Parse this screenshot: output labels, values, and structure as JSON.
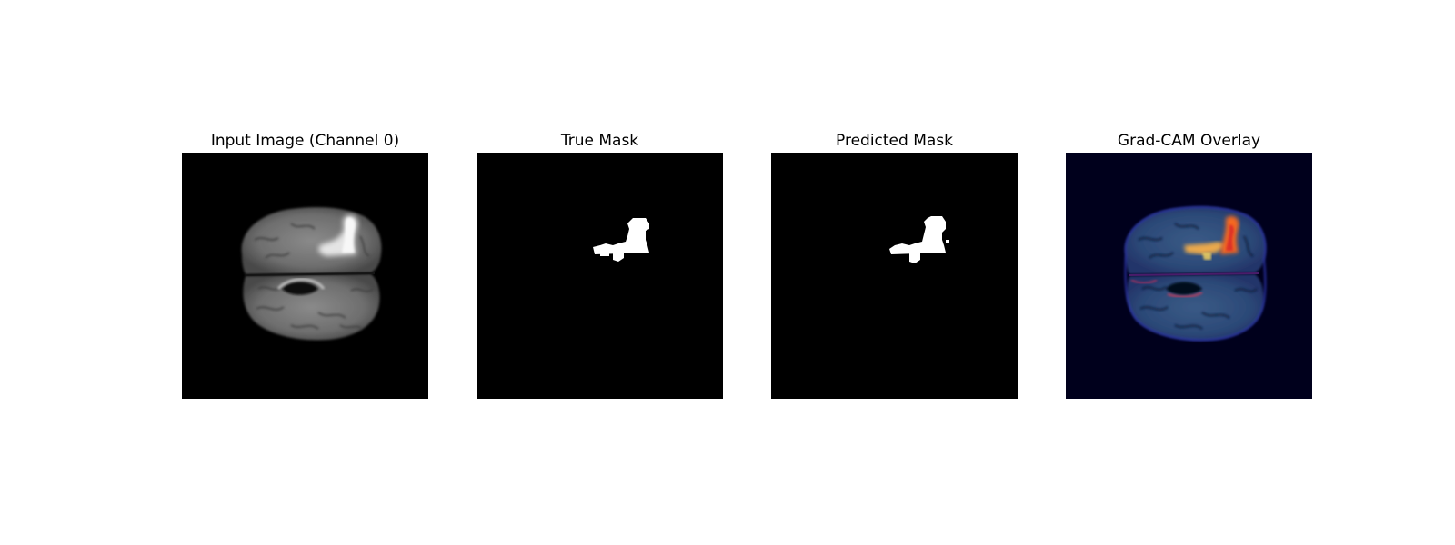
{
  "figure": {
    "panels": [
      {
        "title": "Input Image (Channel 0)"
      },
      {
        "title": "True Mask"
      },
      {
        "title": "Predicted Mask"
      },
      {
        "title": "Grad-CAM Overlay"
      }
    ]
  },
  "colors": {
    "background": "#ffffff",
    "image_background": "#000000",
    "overlay_background": "#00001c",
    "mask": "#ffffff",
    "heat_high": "#ff6a1a",
    "heat_mid": "#ffb347"
  }
}
